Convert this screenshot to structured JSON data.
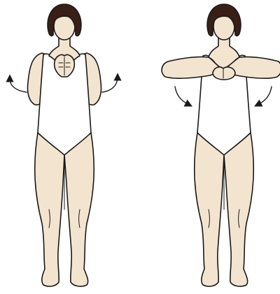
{
  "illustration": {
    "figures": [
      {
        "pose": "hands-together-at-chest",
        "arrows": "rotate-upward-outward"
      },
      {
        "pose": "elbows-raised-hands-at-chest",
        "arrows": "rotate-downward-inward"
      }
    ],
    "colors": {
      "skin": "#f3e4d0",
      "outline": "#1a1a1a",
      "hair": "#3a1f17",
      "leotard": "#ffffff",
      "background": "#ffffff"
    }
  }
}
